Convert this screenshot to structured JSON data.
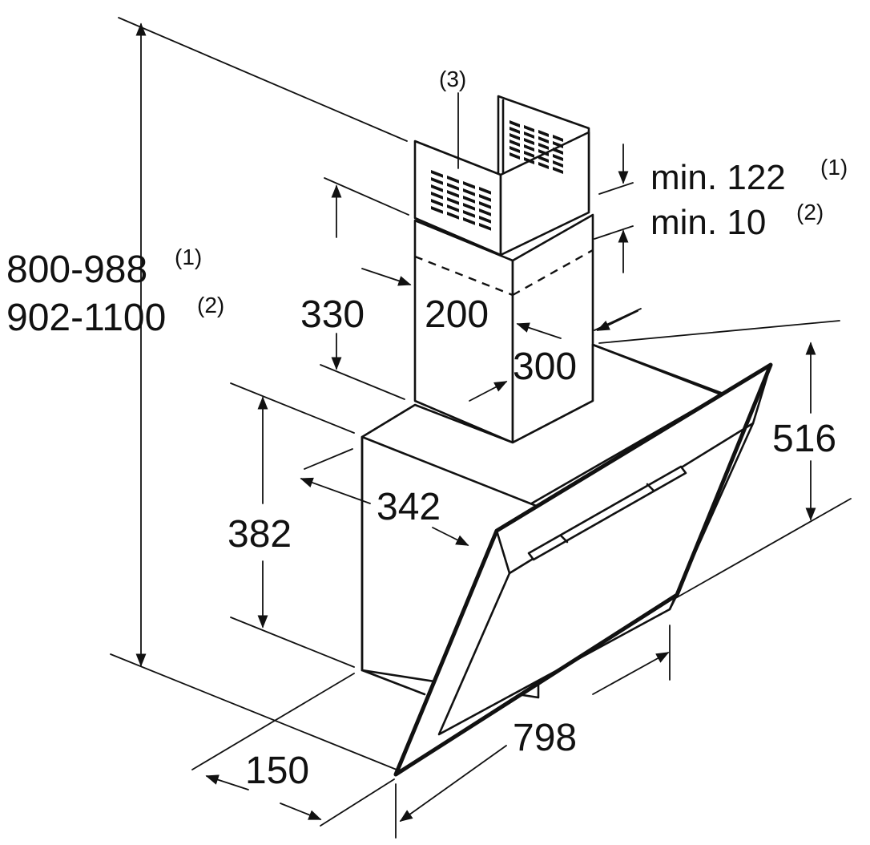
{
  "labels": {
    "total_height_line1": "800-988",
    "total_height_line1_sup": "(1)",
    "total_height_line2": "902-1100",
    "total_height_line2_sup": "(2)",
    "chimney_note": "(3)",
    "min_top_1": "min. 122",
    "min_top_1_sup": "(1)",
    "min_top_2": "min. 10",
    "min_top_2_sup": "(2)",
    "chimney_height": "330",
    "chimney_width": "200",
    "chimney_depth": "300",
    "body_height": "382",
    "body_depth": "342",
    "glass_height": "516",
    "width": "798",
    "bottom_depth": "150"
  },
  "colors": {
    "line": "#111111",
    "background": "#ffffff"
  }
}
